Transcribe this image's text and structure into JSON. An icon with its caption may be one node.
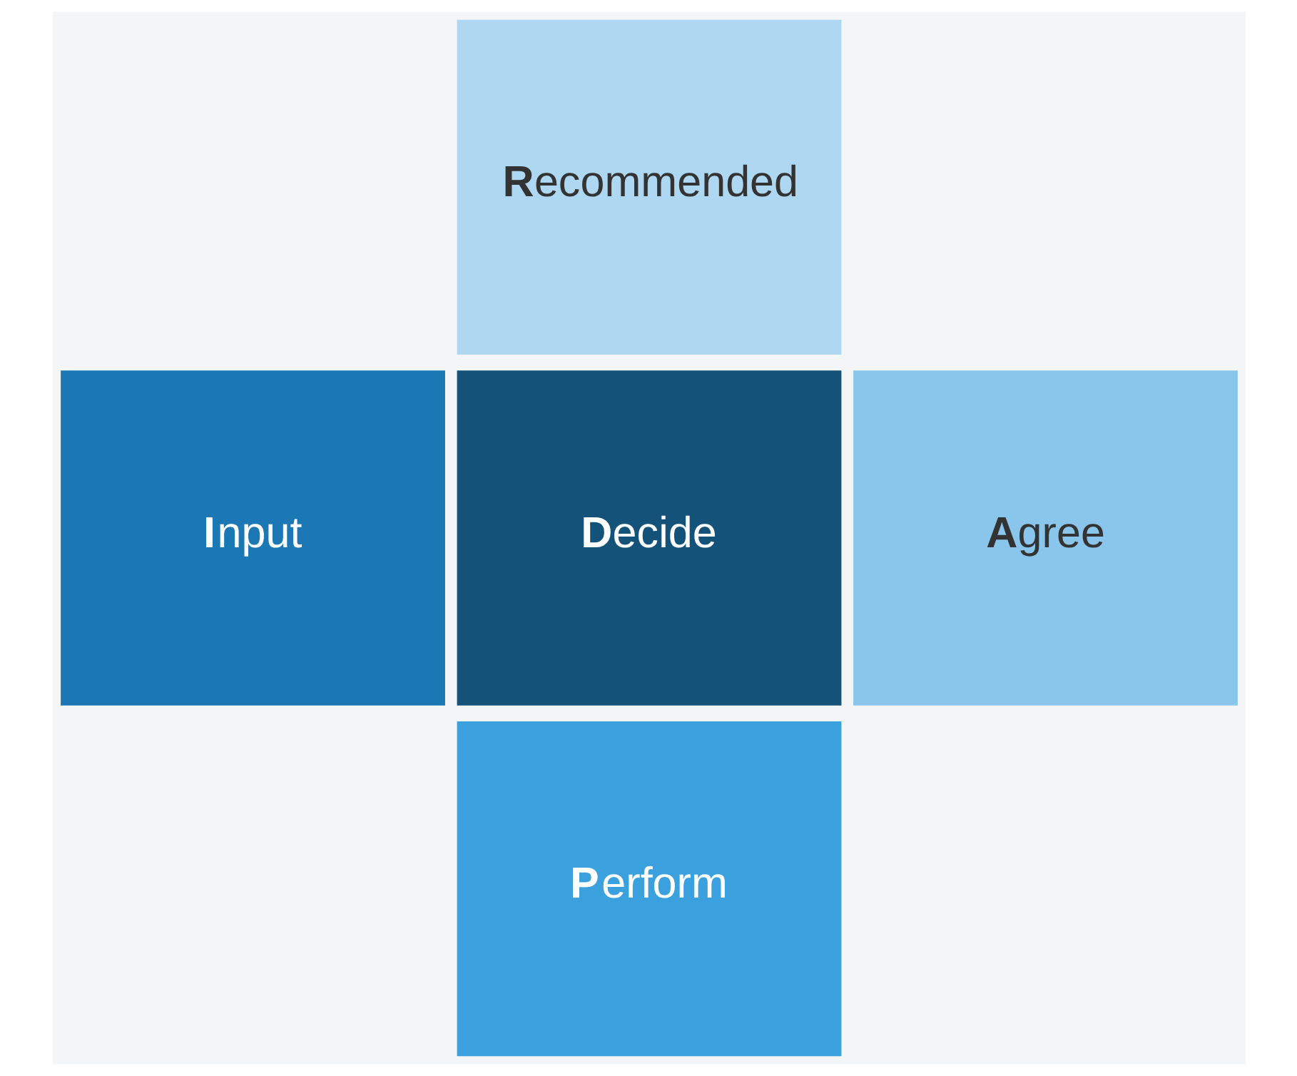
{
  "diagram": {
    "nodes": [
      {
        "text": [
          "**R**ecommended"
        ]
      },
      {
        "text": [
          "**I**nput"
        ]
      },
      {
        "text": [
          "**D**ecide"
        ]
      },
      {
        "text": [
          "**A**gree"
        ]
      },
      {
        "text": [
          "**P**erform"
        ]
      }
    ]
  }
}
